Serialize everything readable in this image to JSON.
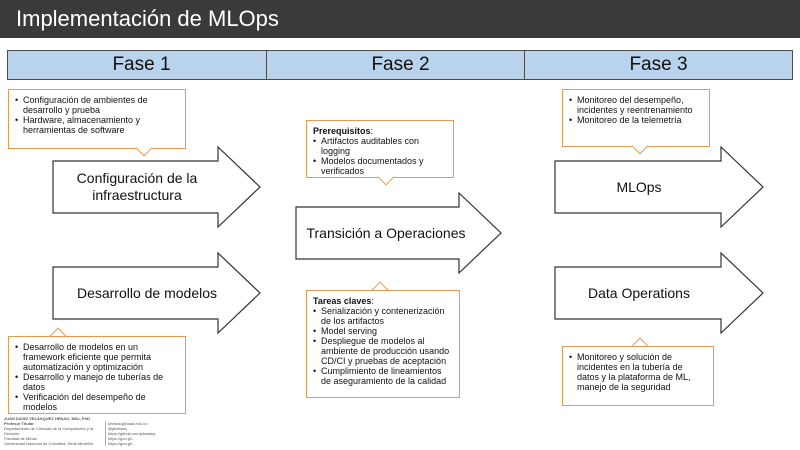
{
  "title": "Implementación de MLOps",
  "phases": [
    "Fase 1",
    "Fase 2",
    "Fase 3"
  ],
  "arrows": {
    "infra": "Configuración de la infraestructura",
    "models": "Desarrollo de modelos",
    "transition": "Transición a Operaciones",
    "mlops": "MLOps",
    "dataops": "Data Operations"
  },
  "callouts": {
    "infra": [
      "Configuración de ambientes de desarrollo y prueba",
      "Hardware, almacenamiento y herramientas de software"
    ],
    "models": [
      "Desarrollo de modelos en un framework eficiente que permita automatización y optimización",
      "Desarrollo y manejo de tuberías de datos",
      "Verificación del desempeño de modelos"
    ],
    "prereq_title": "Prerequisitos",
    "prereq": [
      "Artifactos auditables con logging",
      "Modelos documentados y verificados"
    ],
    "tasks_title": "Tareas claves",
    "tasks": [
      "Serialización y contenerización de los artifactos",
      "Model serving",
      "Despliegue de modelos al ambiente de producción usando CD/CI y pruebas de aceptación",
      "Cumplimiento de lineamientos de aseguramiento de la calidad"
    ],
    "mlops": [
      "Monitoreo del desempeño, incidentes y reentrenamiento",
      "Monitoreo de la telemetría"
    ],
    "dataops": [
      "Monitoreo y solución de incidentes en la tubería de datos y la plataforma de ML, manejo de la seguridad"
    ]
  },
  "footer": {
    "author": "JUAN DAVID VELÁSQUEZ HENAO, MSc, PhD",
    "role": "Profesor Titular",
    "dept": "Departamento de Ciencias de la Computación y la Decisión",
    "faculty": "Facultad de Minas",
    "university": "Universidad Nacional de Colombia, Sede Medellín",
    "email": "jdvelasq@unal.edu.co",
    "twitter": "@jdvelasq",
    "link1": "https://github.com/jdvelasq",
    "link2": "https://goo.gl/...",
    "link3": "https://goo.gl/..."
  }
}
